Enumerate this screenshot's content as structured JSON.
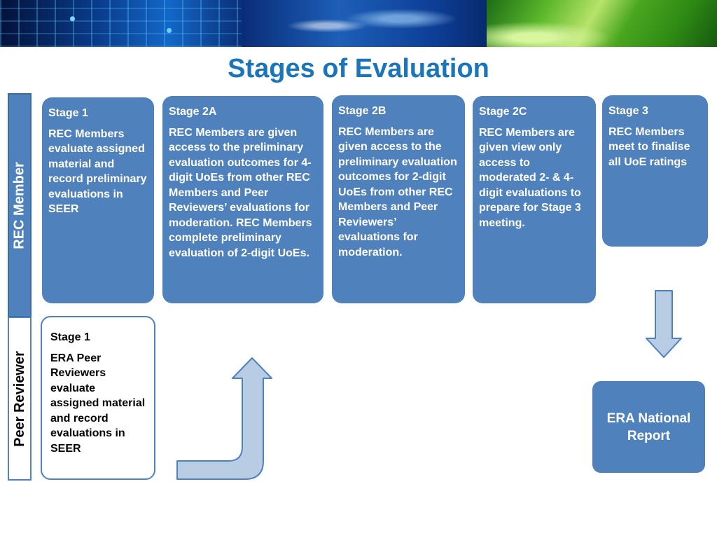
{
  "title": "Stages of Evaluation",
  "side_labels": {
    "rec_member": "REC Member",
    "peer_reviewer": "Peer Reviewer"
  },
  "rec_stages": [
    {
      "stage": "Stage 1",
      "text": "REC Members evaluate assigned material and record preliminary evaluations in SEER"
    },
    {
      "stage": "Stage 2A",
      "text": "REC Members are given access to the preliminary evaluation outcomes for 4-digit UoEs from other REC Members and Peer Reviewers’ evaluations for moderation. REC Members complete preliminary evaluation of 2-digit UoEs."
    },
    {
      "stage": "Stage 2B",
      "text": "REC Members are given access to the preliminary evaluation outcomes for 2-digit UoEs from other REC Members and Peer Reviewers’ evaluations for moderation."
    },
    {
      "stage": "Stage 2C",
      "text": "REC Members are given view only access to moderated 2- & 4-digit evaluations to prepare for Stage 3 meeting."
    },
    {
      "stage": "Stage 3",
      "text": "REC Members meet to finalise all UoE ratings"
    }
  ],
  "peer_stage": {
    "stage": "Stage 1",
    "text": "ERA Peer Reviewers evaluate assigned material and record evaluations in SEER"
  },
  "national_report": "ERA National Report",
  "colors": {
    "box_blue": "#4f81bd",
    "title_blue": "#1b75bb",
    "arrow_fill": "#b8cce4",
    "arrow_stroke": "#4f81bd"
  }
}
